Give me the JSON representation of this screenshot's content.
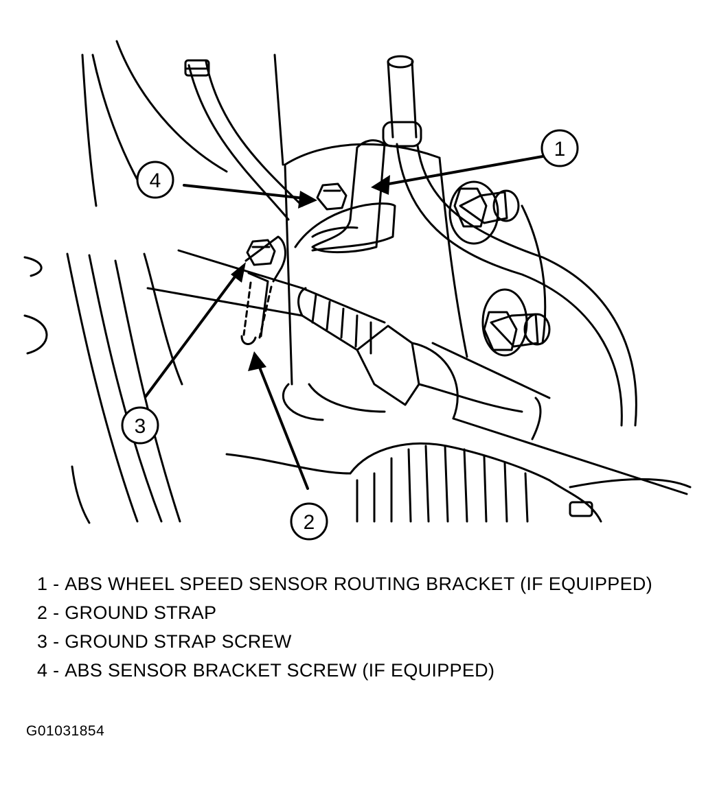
{
  "callouts": [
    "1",
    "2",
    "3",
    "4"
  ],
  "legend": [
    {
      "num": "1",
      "text": "ABS WHEEL SPEED SENSOR ROUTING BRACKET (IF EQUIPPED)"
    },
    {
      "num": "2",
      "text": "GROUND STRAP"
    },
    {
      "num": "3",
      "text": "GROUND STRAP SCREW"
    },
    {
      "num": "4",
      "text": "ABS SENSOR BRACKET SCREW (IF EQUIPPED)"
    }
  ],
  "figure_id": "G01031854",
  "colors": {
    "ink": "#000000",
    "paper": "#ffffff"
  }
}
